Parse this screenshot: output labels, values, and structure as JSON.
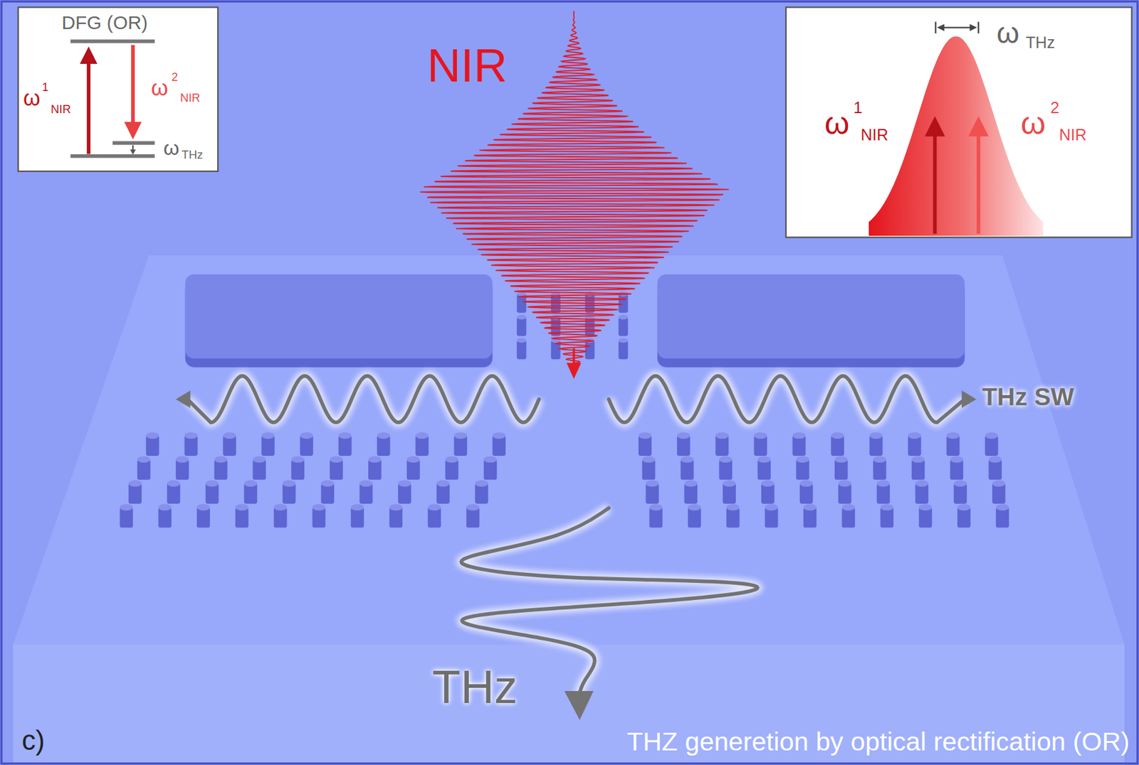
{
  "diagram": {
    "caption": "THZ generetion by optical rectification (OR)",
    "labels": [
      "DFG (OR)",
      "ω",
      "1",
      "NIR",
      "ω",
      "2",
      "NIR",
      "ω",
      "THz",
      "NIR",
      "ω",
      "THz",
      "ω",
      "1",
      "NIR",
      "ω",
      "2",
      "NIR",
      "THz SW",
      "THz",
      "c)"
    ]
  }
}
